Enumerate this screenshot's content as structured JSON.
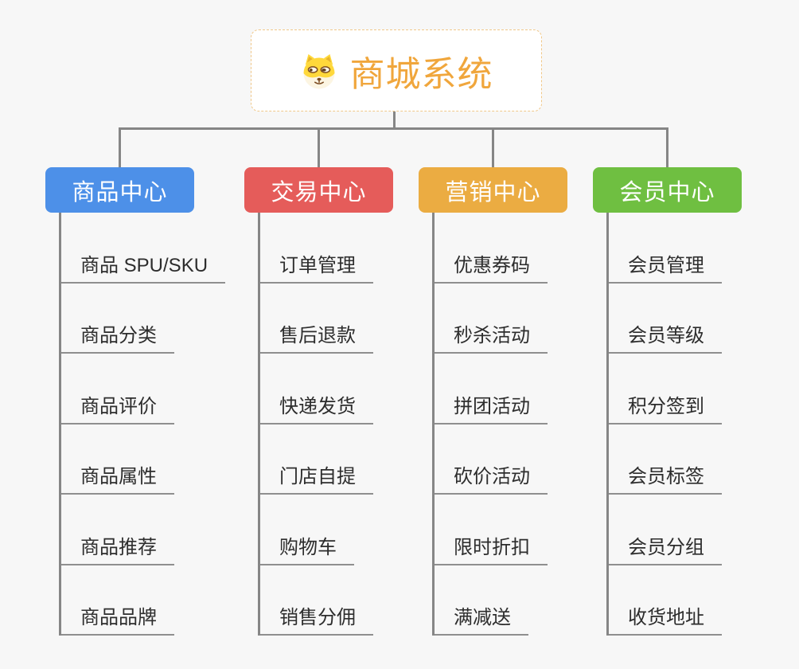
{
  "background_color": "#F7F7F7",
  "connector_color": "#868686",
  "root": {
    "label": "商城系统",
    "icon": "doge-icon",
    "text_color": "#F0A63C",
    "border_color": "#F0C88A"
  },
  "branches": [
    {
      "label": "商品中心",
      "color": "#4D90E8",
      "children": [
        "商品 SPU/SKU",
        "商品分类",
        "商品评价",
        "商品属性",
        "商品推荐",
        "商品品牌"
      ]
    },
    {
      "label": "交易中心",
      "color": "#E55C5A",
      "children": [
        "订单管理",
        "售后退款",
        "快递发货",
        "门店自提",
        "购物车",
        "销售分佣"
      ]
    },
    {
      "label": "营销中心",
      "color": "#EBAC42",
      "children": [
        "优惠券码",
        "秒杀活动",
        "拼团活动",
        "砍价活动",
        "限时折扣",
        "满减送"
      ]
    },
    {
      "label": "会员中心",
      "color": "#6FBF41",
      "children": [
        "会员管理",
        "会员等级",
        "积分签到",
        "会员标签",
        "会员分组",
        "收货地址"
      ]
    }
  ]
}
